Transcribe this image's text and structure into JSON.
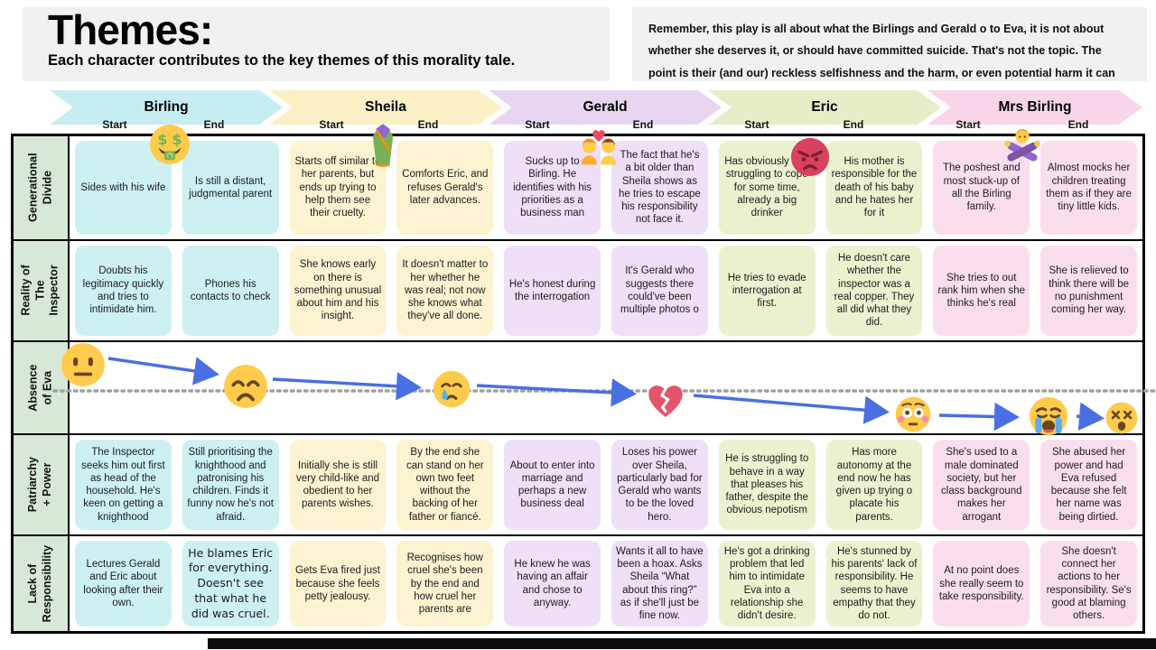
{
  "title": "Themes:",
  "subtitle": "Each character contributes to the key themes of this morality tale.",
  "note": {
    "text": "Remember, this play is all about what the Birlings and Gerald o to Eva, it is not about whether she deserves it, or should have committed suicide. That's not the topic. The point is their (and our) reckless selfishness and the harm, or even potential harm it can cause."
  },
  "subheads": {
    "start": "Start",
    "end": "End"
  },
  "columns": [
    {
      "name": "Birling",
      "arrow_color": "#c6edf2",
      "cell_color": "#cdf1f3",
      "icon": "money-mouth-face"
    },
    {
      "name": "Sheila",
      "arrow_color": "#fcf1c6",
      "cell_color": "#fdf3d1",
      "icon": "sari"
    },
    {
      "name": "Gerald",
      "arrow_color": "#e8d5f2",
      "cell_color": "#efdff7",
      "icon": "couple-with-heart"
    },
    {
      "name": "Eric",
      "arrow_color": "#e6eec7",
      "cell_color": "#ecf2d0",
      "icon": "enraged-face"
    },
    {
      "name": "Mrs Birling",
      "arrow_color": "#f9d5e9",
      "cell_color": "#fbdeee",
      "icon": "person-gesturing-no"
    }
  ],
  "rows": [
    {
      "label": "Generational Divide",
      "cells": [
        "Sides with his wife",
        "Is still a distant, judgmental parent",
        "Starts off similar to her parents, but ends up trying to help them see their cruelty.",
        "Comforts Eric, and refuses Gerald's later advances.",
        "Sucks up to Birling. He identifies with his priorities as a business man",
        "The fact that he's a bit older than Sheila shows as he tries to escape his responsibility not face it.",
        "Has obviously bee struggling to cope for some time, already a big drinker",
        "His mother is responsible for the death of his baby and he hates her for it",
        "The poshest and most stuck-up of all the Birling family.",
        "Almost mocks her children treating them as if they are tiny little kids."
      ]
    },
    {
      "label": "Reality of The Inspector",
      "cells": [
        "Doubts his legitimacy quickly and tries to intimidate him.",
        "Phones his contacts to check",
        "She knows early on there is something unusual about him and his insight.",
        "It doesn't matter to her whether he was real; not now she knows what they've all done.",
        "He's honest during the interrogation",
        "It's Gerald who suggests there could've been multiple photos o",
        "He tries to evade interrogation at first.",
        "He doesn't care whether the inspector was a real copper. They all did what they did.",
        "She tries to out rank him when she thinks he's real",
        "She is relieved to think there will be no punishment coming her way."
      ]
    },
    {
      "label": "Absence of Eva",
      "emoji_sequence": [
        "neutral-face",
        "weary-face",
        "crying-face",
        "broken-heart",
        "flushed-face",
        "loudly-crying-face",
        "dizzy-face"
      ],
      "arrow_color": "#4a6fe3",
      "dotted_line_color": "#a0a0a0"
    },
    {
      "label": "Patriarchy + Power",
      "cells": [
        "The Inspector seeks him out first as head of the household. He's keen on getting a knighthood",
        "Still prioritising the knighthood and patronising his children. Finds it funny now he's not afraid.",
        "Initially she is still very child-like and obedient to her parents wishes.",
        "By the end she can stand on her own two feet without the backing of her father or fiancé.",
        "About to enter into marriage and perhaps a new business deal",
        "Loses his power over Sheila, particularly bad for Gerald who wants to be the loved hero.",
        "He is struggling to behave in a way that pleases his father, despite the obvious nepotism",
        "Has more autonomy at the end now he has given up trying o placate his parents.",
        "She's used to a male dominated society, but her class background makes her arrogant",
        "She abused her power and had Eva refused because she felt her name was being dirtied."
      ]
    },
    {
      "label": "Lack of Responsibility",
      "cells": [
        "Lectures Gerald and Eric about looking after their own.",
        "He blames Eric for everything. Doesn't see that what he did was cruel.",
        "Gets Eva fired just because she feels petty jealousy.",
        "Recognises how cruel she's been by the end and how cruel her parents are",
        "He knew he was having an affair and chose to anyway.",
        "Wants it all to have been a hoax. Asks Sheila “What about this ring?” as if she'll just be fine now.",
        "He's got a drinking problem that led him to intimidate Eva into a relationship she didn't desire.",
        "He's stunned by his parents' lack of responsibility. He seems to have empathy that they do not.",
        "At no point does she really seem to take responsibility.",
        "She doesn't connect her actions to her responsibility. Se's good at blaming others."
      ]
    }
  ]
}
